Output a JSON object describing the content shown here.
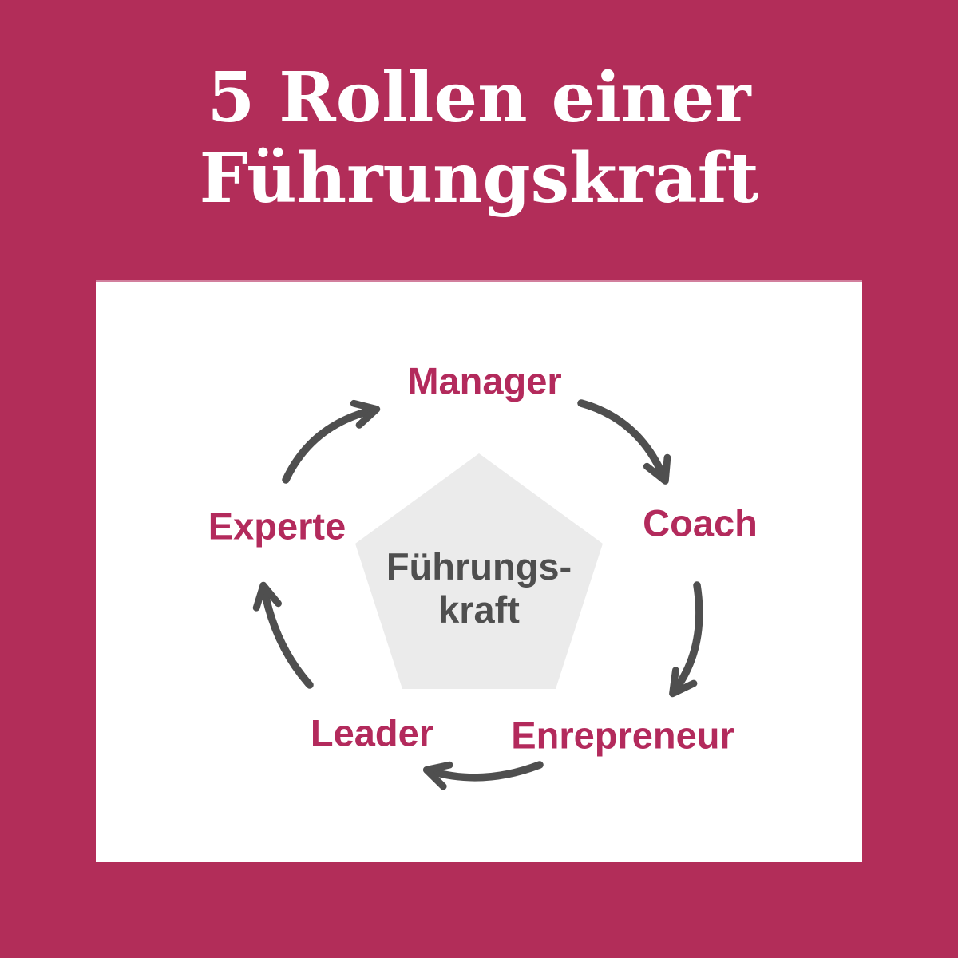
{
  "title": {
    "line1": "5 Rollen einer",
    "line2": "Führungskraft"
  },
  "diagram": {
    "center": {
      "line1": "Führungs-",
      "line2": "kraft"
    },
    "roles": [
      {
        "id": "manager",
        "label": "Manager"
      },
      {
        "id": "coach",
        "label": "Coach"
      },
      {
        "id": "entrepreneur",
        "label": "Enrepreneur"
      },
      {
        "id": "leader",
        "label": "Leader"
      },
      {
        "id": "experte",
        "label": "Experte"
      }
    ],
    "cycle_direction": "clockwise"
  },
  "colors": {
    "background": "#b22d59",
    "label": "#b32a5c",
    "arrow": "#4f4f4f",
    "pentagon": "#ebebeb",
    "pentagon_text": "#4f4f4f",
    "card": "#ffffff",
    "title": "#ffffff",
    "card_edge": "#d27f9d"
  }
}
